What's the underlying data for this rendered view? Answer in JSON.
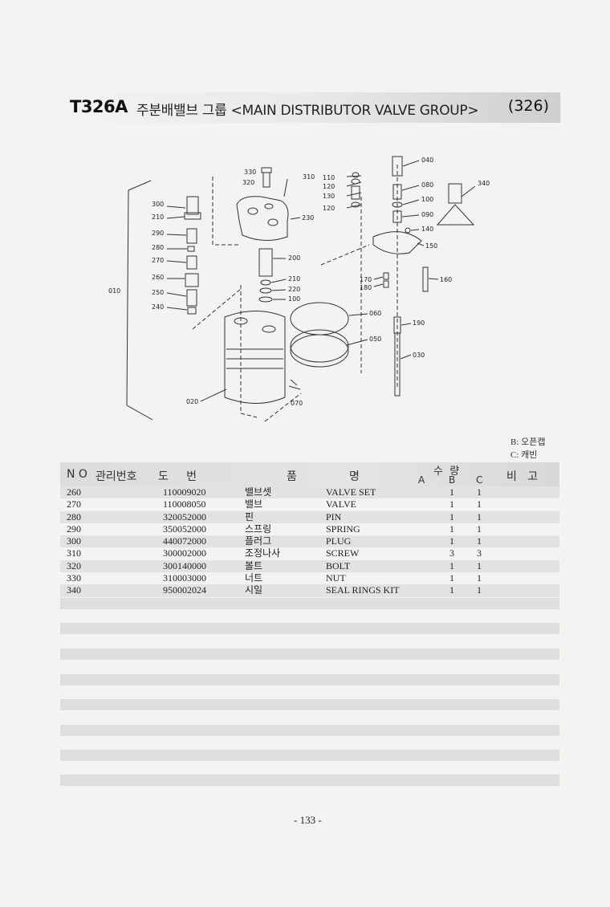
{
  "header": {
    "code": "T326A",
    "title": "주분배밸브 그룹 <MAIN DISTRIBUTOR VALVE GROUP>",
    "page_ref": "(326)"
  },
  "diagram": {
    "callouts": [
      "010",
      "020",
      "030",
      "040",
      "050",
      "060",
      "070",
      "080",
      "090",
      "100",
      "100",
      "110",
      "120",
      "120",
      "130",
      "140",
      "150",
      "160",
      "170",
      "180",
      "190",
      "200",
      "210",
      "220",
      "230",
      "240",
      "250",
      "260",
      "270",
      "280",
      "290",
      "300",
      "310",
      "320",
      "330",
      "340"
    ]
  },
  "legend": {
    "b": "B: 오픈캡",
    "c": "C: 캐빈"
  },
  "table": {
    "headers": {
      "no": "N O",
      "mgmt": "관리번호",
      "drawing": "도     번",
      "name_a": "품",
      "name_b": "명",
      "qty": "수  량",
      "a": "A",
      "b": "B",
      "c": "C",
      "remarks": "비   고"
    },
    "rows": [
      {
        "no": "260",
        "drawing": "110009020",
        "kor": "밸브셋",
        "eng": "VALVE SET",
        "b": "1",
        "c": "1"
      },
      {
        "no": "270",
        "drawing": "110008050",
        "kor": "밸브",
        "eng": "VALVE",
        "b": "1",
        "c": "1"
      },
      {
        "no": "280",
        "drawing": "320052000",
        "kor": "핀",
        "eng": "PIN",
        "b": "1",
        "c": "1"
      },
      {
        "no": "290",
        "drawing": "350052000",
        "kor": "스프링",
        "eng": "SPRING",
        "b": "1",
        "c": "1"
      },
      {
        "no": "300",
        "drawing": "440072000",
        "kor": "플러그",
        "eng": "PLUG",
        "b": "1",
        "c": "1"
      },
      {
        "no": "310",
        "drawing": "300002000",
        "kor": "조정나사",
        "eng": "SCREW",
        "b": "3",
        "c": "3"
      },
      {
        "no": "320",
        "drawing": "300140000",
        "kor": "볼트",
        "eng": "BOLT",
        "b": "1",
        "c": "1"
      },
      {
        "no": "330",
        "drawing": "310003000",
        "kor": "너트",
        "eng": "NUT",
        "b": "1",
        "c": "1"
      },
      {
        "no": "340",
        "drawing": "950002024",
        "kor": "시일",
        "eng": "SEAL RINGS KIT",
        "b": "1",
        "c": "1"
      }
    ]
  },
  "footer": {
    "page": "- 133 -"
  }
}
